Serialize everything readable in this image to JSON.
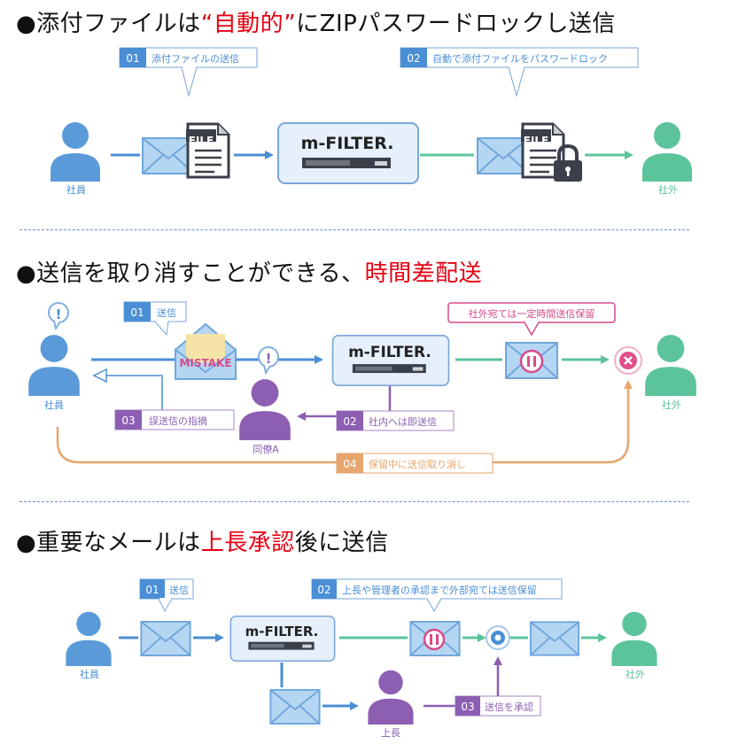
{
  "sections": [
    {
      "heading": {
        "prefix": "●添付ファイルは",
        "quote_open": "“",
        "highlight": "自動的",
        "quote_close": "”",
        "suffix": "にZIPパスワードロックし送信"
      },
      "steps": [
        {
          "num": "01",
          "label": "添付ファイルの送信"
        },
        {
          "num": "02",
          "label": "自動で添付ファイルをパスワードロック"
        }
      ],
      "sender_label": "社員",
      "receiver_label": "社外",
      "file_label": "FILE",
      "product_name": "m-FILTER."
    },
    {
      "heading": {
        "prefix": "●送信を取り消すことができる、",
        "highlight": "時間差配送",
        "suffix": ""
      },
      "steps": [
        {
          "num": "01",
          "label": "送信"
        },
        {
          "num": "02",
          "label": "社内へは即送信"
        },
        {
          "num": "03",
          "label": "誤送信の指摘"
        },
        {
          "num": "04",
          "label": "保留中に送信取り消し"
        }
      ],
      "callout": "社外宛ては一定時間送信保留",
      "mistake_label": "MISTAKE",
      "sender_label": "社員",
      "colleague_label": "同僚A",
      "receiver_label": "社外",
      "product_name": "m-FILTER.",
      "alert_glyph": "!"
    },
    {
      "heading": {
        "prefix": "●重要なメールは",
        "highlight": "上長承認",
        "suffix": "後に送信"
      },
      "steps": [
        {
          "num": "01",
          "label": "送信"
        },
        {
          "num": "02",
          "label": "上長や管理者の承認まで外部宛ては送信保留"
        },
        {
          "num": "03",
          "label": "送信を承認"
        }
      ],
      "sender_label": "社員",
      "boss_label": "上長",
      "receiver_label": "社外",
      "product_name": "m-FILTER."
    }
  ],
  "colors": {
    "blue": "#4a8fd6",
    "green": "#5cc49a",
    "purple": "#8c5fb3",
    "pink": "#d64a8a",
    "orange": "#e6a66e",
    "red": "#e60012"
  }
}
